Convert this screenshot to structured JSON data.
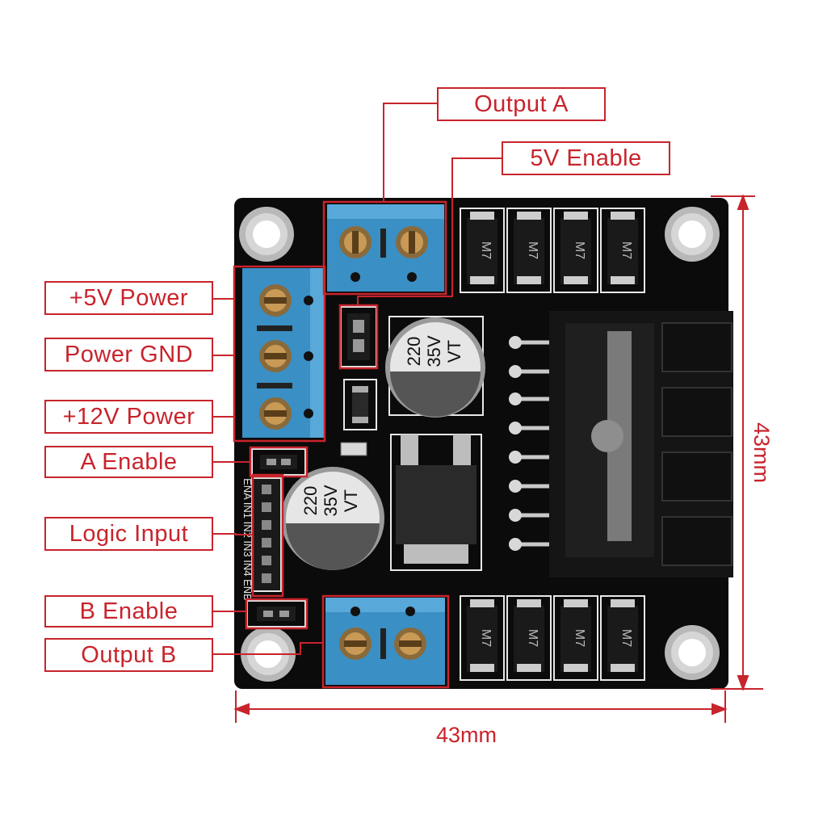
{
  "labels": {
    "output_a": "Output A",
    "enable_5v": "5V Enable",
    "power_5v": "+5V Power",
    "power_gnd": "Power GND",
    "power_12v": "+12V Power",
    "enable_a": "A Enable",
    "logic_input": "Logic Input",
    "enable_b": "B Enable",
    "output_b": "Output B"
  },
  "dimensions": {
    "width": "43mm",
    "height": "43mm"
  },
  "capacitor_markings": {
    "value": "220",
    "voltage": "35V",
    "series": "VT"
  },
  "diode_marking": "M7",
  "header_pin_labels": "ENA IN1 IN2 IN3 IN4 ENB",
  "colors": {
    "annotation": "#c8242c",
    "board": "#0b0b0b",
    "terminal": "#3a8fc4",
    "silkscreen": "#e8e8e8"
  }
}
